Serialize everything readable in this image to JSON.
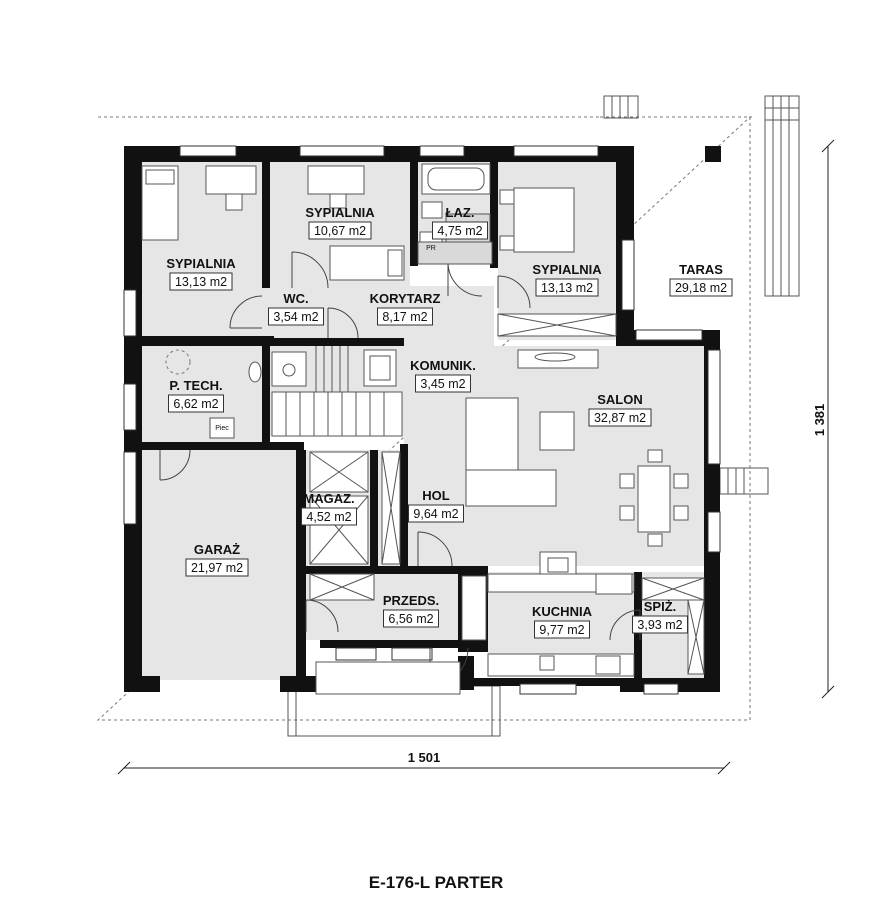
{
  "title": "E-176-L PARTER",
  "dimensions": {
    "width": "1 501",
    "height": "1 381"
  },
  "rooms": [
    {
      "id": "bedroom-1",
      "name": "SYPIALNIA",
      "area": "13,13 m2"
    },
    {
      "id": "bedroom-2",
      "name": "SYPIALNIA",
      "area": "10,67 m2"
    },
    {
      "id": "bathroom",
      "name": "ŁAZ.",
      "area": "4,75 m2"
    },
    {
      "id": "bedroom-3",
      "name": "SYPIALNIA",
      "area": "13,13 m2"
    },
    {
      "id": "terrace",
      "name": "TARAS",
      "area": "29,18 m2"
    },
    {
      "id": "wc",
      "name": "WC.",
      "area": "3,54 m2"
    },
    {
      "id": "corridor",
      "name": "KORYTARZ",
      "area": "8,17 m2"
    },
    {
      "id": "technical",
      "name": "P. TECH.",
      "area": "6,62 m2"
    },
    {
      "id": "communication",
      "name": "KOMUNIK.",
      "area": "3,45 m2"
    },
    {
      "id": "living-room",
      "name": "SALON",
      "area": "32,87 m2"
    },
    {
      "id": "storage",
      "name": "MAGAZ.",
      "area": "4,52 m2"
    },
    {
      "id": "hall",
      "name": "HOL",
      "area": "9,64 m2"
    },
    {
      "id": "garage",
      "name": "GARAŻ",
      "area": "21,97 m2"
    },
    {
      "id": "vestibule",
      "name": "PRZEDS.",
      "area": "6,56 m2"
    },
    {
      "id": "kitchen",
      "name": "KUCHNIA",
      "area": "9,77 m2"
    },
    {
      "id": "pantry",
      "name": "SPIŻ.",
      "area": "3,93 m2"
    }
  ],
  "fixtures": {
    "boiler_label": "Piec",
    "laundry_label": "PR"
  }
}
